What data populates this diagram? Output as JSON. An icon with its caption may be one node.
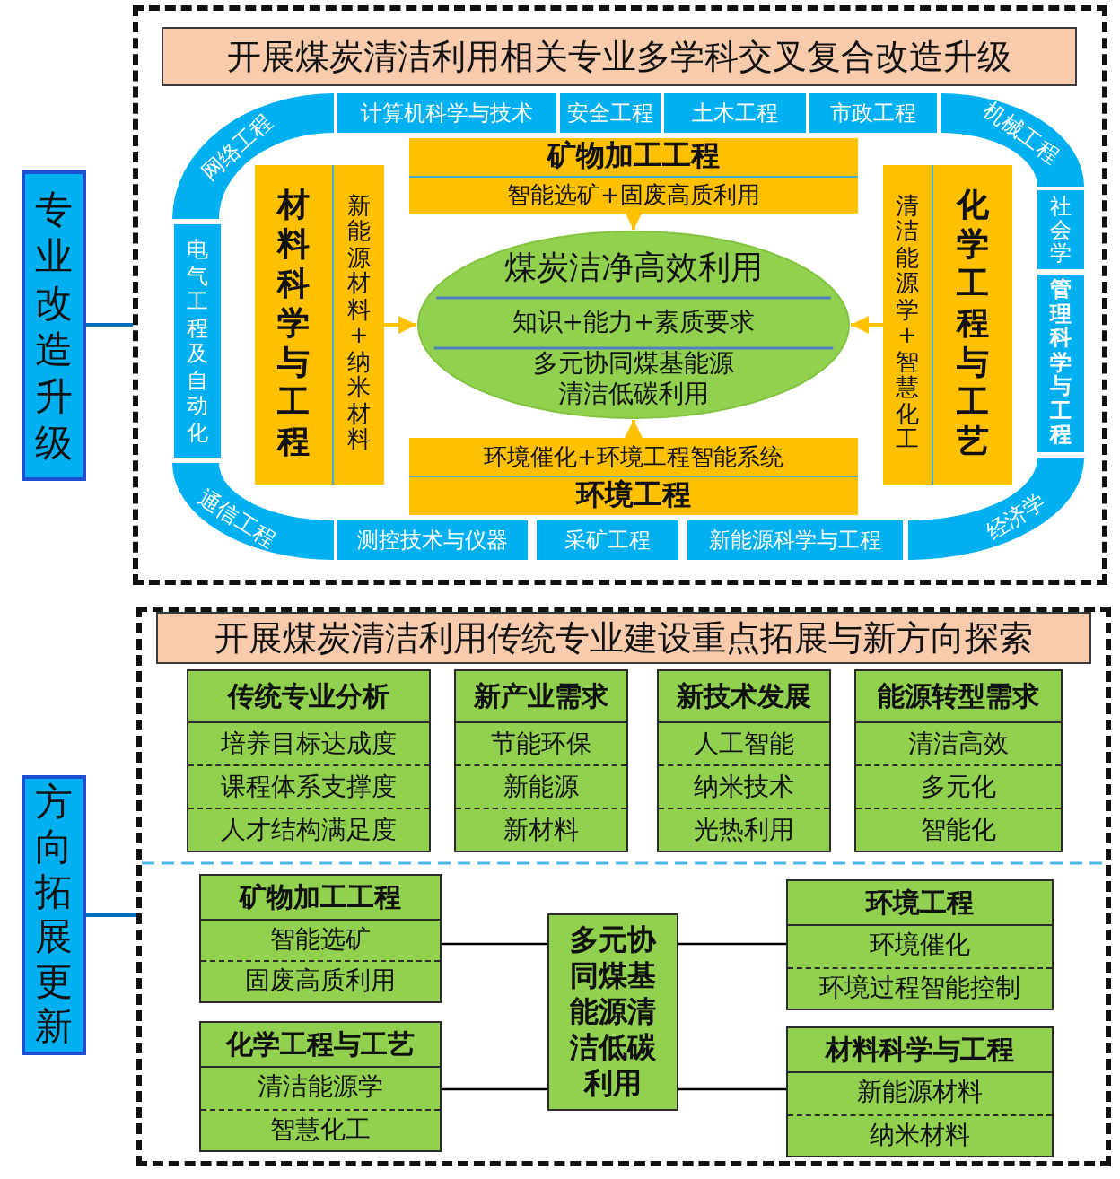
{
  "diagram": {
    "nodes": [
      {
        "text": [
          "专业改造升级"
        ]
      },
      {
        "text": [],
        "shape": "box"
      },
      {
        "text": [
          "开展煤炭清洁利用相关专业多学科交叉复合改造升级"
        ],
        "in": 1
      },
      {
        "text": [
          "网络工程"
        ],
        "in": 1
      },
      {
        "text": [
          "计算机科学与技术"
        ],
        "in": 1
      },
      {
        "text": [
          "安全工程"
        ],
        "in": 1
      },
      {
        "text": [
          "土木工程"
        ],
        "in": 1
      },
      {
        "text": [
          "市政工程"
        ],
        "in": 1
      },
      {
        "text": [
          "机械工程"
        ],
        "in": 1
      },
      {
        "text": [
          "矿物加工工程",
          "智能选矿+固废高质利用"
        ],
        "in": 1
      },
      {
        "text": [
          "电气工程及自动化"
        ],
        "in": 1
      },
      {
        "text": [
          "材料科学与工程",
          "新能源材料+纳米材料"
        ],
        "in": 1
      },
      {
        "text": [
          "煤炭洁净高效利用",
          "知识+能力+素质要求",
          "多元协同煤基能源清洁低碳利用"
        ],
        "in": 1
      },
      {
        "text": [
          "清洁能源学+智慧化工",
          "化学工程与工艺"
        ],
        "in": 1
      },
      {
        "text": [
          "社会学"
        ],
        "in": 1
      },
      {
        "text": [
          "管理科学与工程"
        ],
        "in": 1
      },
      {
        "text": [
          "环境催化+环境工程智能系统",
          "环境工程"
        ],
        "in": 1
      },
      {
        "text": [
          "通信工程"
        ],
        "in": 1
      },
      {
        "text": [
          "测控技术与仪器"
        ],
        "in": 1
      },
      {
        "text": [
          "采矿工程"
        ],
        "in": 1
      },
      {
        "text": [
          "新能源科学与工程"
        ],
        "in": 1
      },
      {
        "text": [
          "经济学"
        ],
        "in": 1
      },
      {
        "text": [
          "方向拓展更新"
        ]
      },
      {
        "text": [],
        "shape": "box"
      },
      {
        "text": [
          "开展煤炭清洁利用传统专业建设重点拓展与新方向探索"
        ],
        "in": 23
      },
      {
        "text": [
          "传统专业分析",
          "培养目标达成度",
          "课程体系支撑度",
          "人才结构满足度"
        ],
        "in": 23
      },
      {
        "text": [
          "新产业需求",
          "节能环保",
          "新能源",
          "新材料"
        ],
        "in": 23
      },
      {
        "text": [
          "新技术发展",
          "人工智能",
          "纳米技术",
          "光热利用"
        ],
        "in": 23
      },
      {
        "text": [
          "能源转型需求",
          "清洁高效",
          "多元化",
          "智能化"
        ],
        "in": 23
      },
      {
        "text": [
          "矿物加工工程",
          "智能选矿",
          "固废高质利用"
        ],
        "in": 23
      },
      {
        "text": [
          "多元协同煤基能源清洁低碳利用"
        ],
        "in": 23
      },
      {
        "text": [
          "环境工程",
          "环境催化",
          "环境过程智能控制"
        ],
        "in": 23
      },
      {
        "text": [
          "化学工程与工艺",
          "清洁能源学",
          "智慧化工"
        ],
        "in": 23
      },
      {
        "text": [
          "材料科学与工程",
          "新能源材料",
          "纳米材料"
        ],
        "in": 23
      }
    ],
    "edges": [
      {
        "from": 0,
        "to": 1,
        "arrow": "none",
        "color": "#0070c0"
      },
      {
        "from": 9,
        "to": 12,
        "arrow": "to",
        "color": "#ffc000"
      },
      {
        "from": 11,
        "to": 12,
        "arrow": "to",
        "color": "#ffc000"
      },
      {
        "from": 13,
        "to": 12,
        "arrow": "to",
        "color": "#ffc000"
      },
      {
        "from": 16,
        "to": 12,
        "arrow": "to",
        "color": "#ffc000"
      },
      {
        "from": 22,
        "to": 23,
        "arrow": "none",
        "color": "#0070c0"
      },
      {
        "from": 30,
        "to": 29,
        "arrow": "none",
        "color": "#000000"
      },
      {
        "from": 30,
        "to": 31,
        "arrow": "none",
        "color": "#000000"
      },
      {
        "from": 30,
        "to": 32,
        "arrow": "none",
        "color": "#000000"
      },
      {
        "from": 30,
        "to": 33,
        "arrow": "none",
        "color": "#000000"
      }
    ]
  }
}
